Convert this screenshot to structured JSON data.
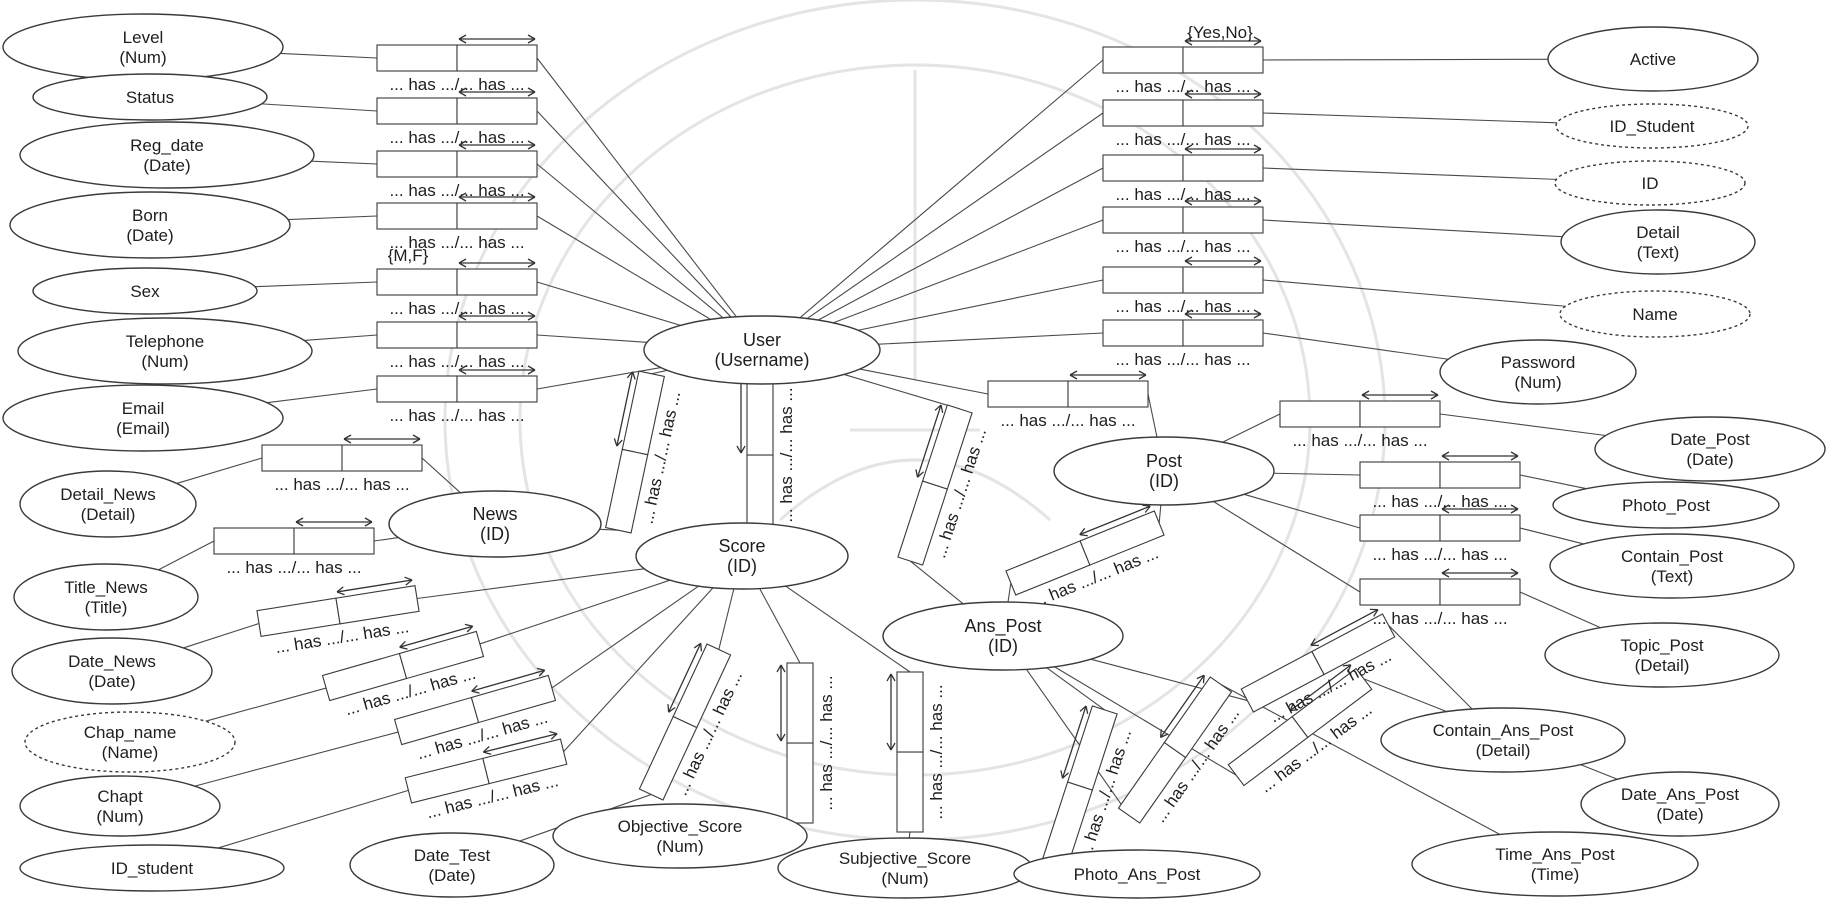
{
  "entities": {
    "user": [
      "User",
      "(Username)"
    ],
    "news": [
      "News",
      "(ID)"
    ],
    "score": [
      "Score",
      "(ID)"
    ],
    "post": [
      "Post",
      "(ID)"
    ],
    "ans_post": [
      "Ans_Post",
      "(ID)"
    ]
  },
  "attributes": {
    "level": [
      "Level",
      "(Num)"
    ],
    "status": [
      "Status"
    ],
    "reg_date": [
      "Reg_date",
      "(Date)"
    ],
    "born": [
      "Born",
      "(Date)"
    ],
    "sex": [
      "Sex"
    ],
    "telephone": [
      "Telephone",
      "(Num)"
    ],
    "email": [
      "Email",
      "(Email)"
    ],
    "active": [
      "Active"
    ],
    "id_student_u": [
      "ID_Student"
    ],
    "id_u": [
      "ID"
    ],
    "detail_u": [
      "Detail",
      "(Text)"
    ],
    "name_u": [
      "Name"
    ],
    "password": [
      "Password",
      "(Num)"
    ],
    "detail_news": [
      "Detail_News",
      "(Detail)"
    ],
    "title_news": [
      "Title_News",
      "(Title)"
    ],
    "date_news": [
      "Date_News",
      "(Date)"
    ],
    "chap_name": [
      "Chap_name",
      "(Name)"
    ],
    "chapt": [
      "Chapt",
      "(Num)"
    ],
    "id_student_s": [
      "ID_student"
    ],
    "date_test": [
      "Date_Test",
      "(Date)"
    ],
    "objective_score": [
      "Objective_Score",
      "(Num)"
    ],
    "subjective_score": [
      "Subjective_Score",
      "(Num)"
    ],
    "photo_ans_post": [
      "Photo_Ans_Post"
    ],
    "time_ans_post": [
      "Time_Ans_Post",
      "(Time)"
    ],
    "date_ans_post": [
      "Date_Ans_Post",
      "(Date)"
    ],
    "contain_ans_post": [
      "Contain_Ans_Post",
      "(Detail)"
    ],
    "topic_post": [
      "Topic_Post",
      "(Detail)"
    ],
    "contain_post": [
      "Contain_Post",
      "(Text)"
    ],
    "photo_post": [
      "Photo_Post"
    ],
    "date_post": [
      "Date_Post",
      "(Date)"
    ]
  },
  "relation_label": "... has .../... has ...",
  "domains": {
    "sex": "{M,F}",
    "active": "{Yes,No}"
  },
  "colors": {
    "line": "#4a4a4a",
    "watermark": "#e4e4e4",
    "background": "#ffffff"
  }
}
